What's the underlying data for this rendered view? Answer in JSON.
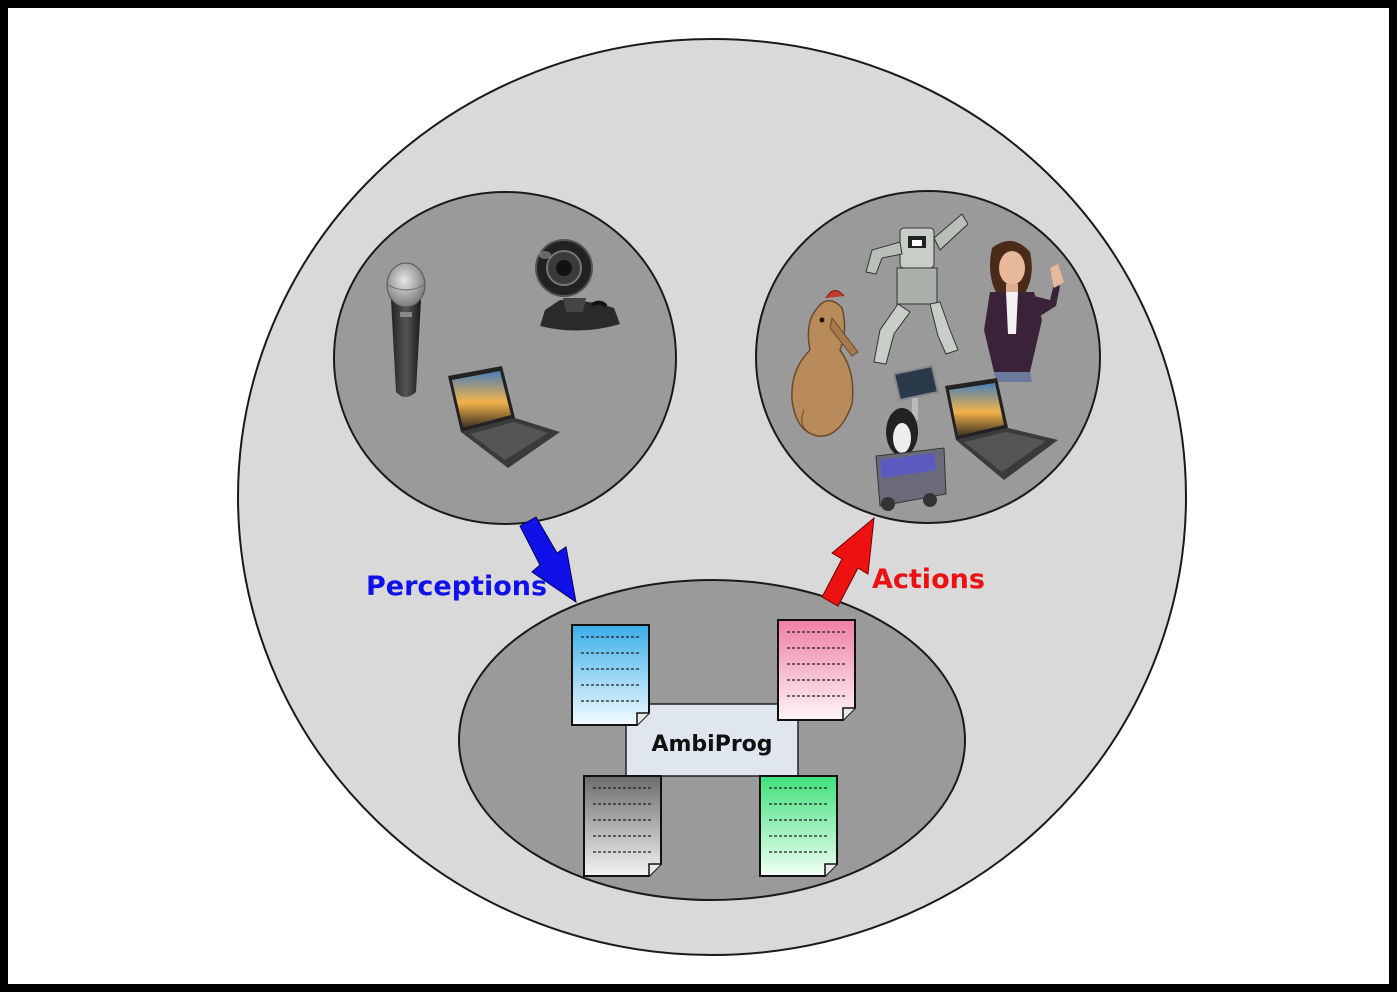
{
  "labels": {
    "perceptions": "Perceptions",
    "actions": "Actions",
    "center": "AmbiProg"
  },
  "colors": {
    "background": "#ffffff",
    "outer_circle": "#d9d9d9",
    "inner_circle": "#9a9a9a",
    "perceptions_arrow": "#1010e8",
    "actions_arrow": "#ee1111",
    "center_box": "#dfe6f0"
  },
  "documents": [
    {
      "name": "doc-blue",
      "top": "#3aaee8",
      "bottom": "#f4fbff",
      "lines": 5
    },
    {
      "name": "doc-pink",
      "top": "#ee7fa6",
      "bottom": "#fff4f8",
      "lines": 5
    },
    {
      "name": "doc-gray",
      "top": "#6c6c6c",
      "bottom": "#f4f4f4",
      "lines": 5
    },
    {
      "name": "doc-green",
      "top": "#3fe07a",
      "bottom": "#f2fff6",
      "lines": 5
    }
  ],
  "icons": {
    "perception_devices": [
      "microphone-icon",
      "webcam-icon",
      "laptop-icon"
    ],
    "action_devices": [
      "robot-icon",
      "avatar-person-icon",
      "plush-toy-icon",
      "penguin-robot-icon",
      "laptop-icon"
    ]
  }
}
